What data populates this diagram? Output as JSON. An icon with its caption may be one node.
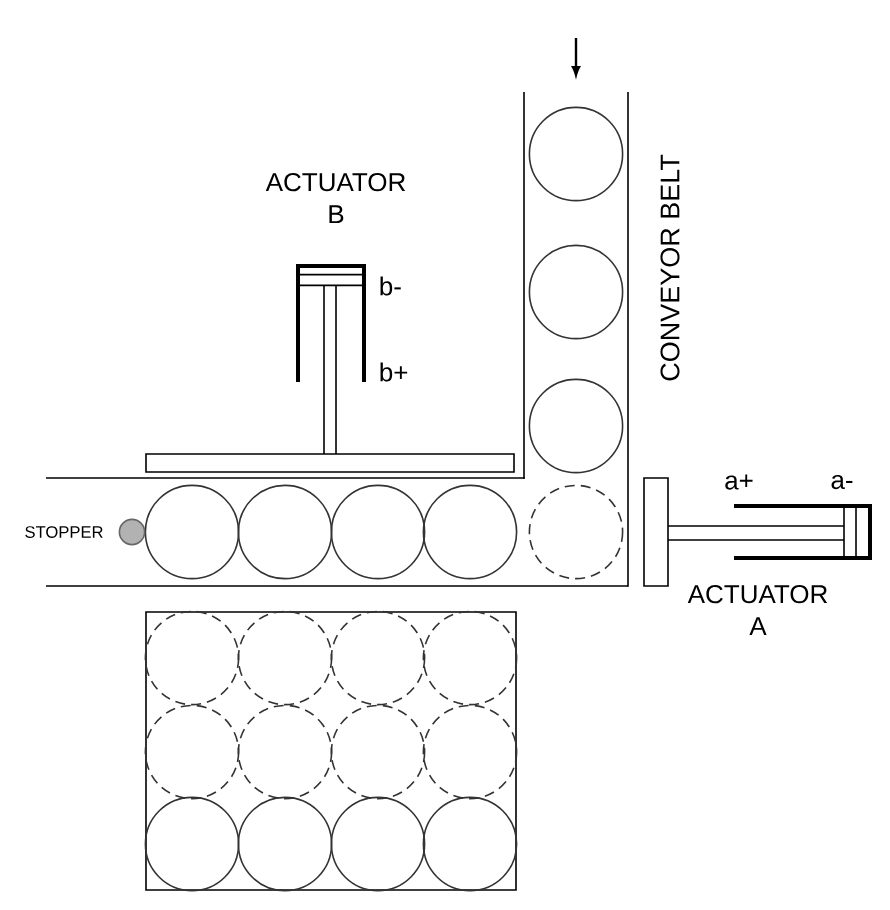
{
  "diagram": {
    "labels": [
      "ACTUATOR B",
      "b-",
      "b+",
      "CONVEYOR BELT",
      "a+",
      "a-",
      "STOPPER",
      "ACTUATOR A"
    ]
  }
}
